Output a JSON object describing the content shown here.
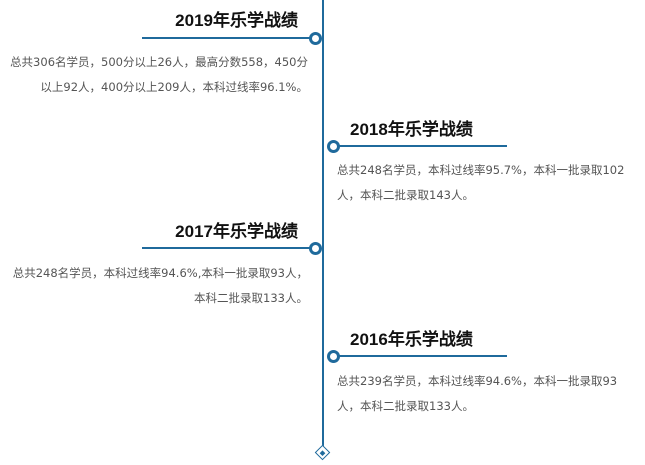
{
  "timeline": [
    {
      "title": "2019年乐学战绩",
      "text": "总共306名学员，500分以上26人，最高分数558，450分以上92人，400分以上209人，本科过线率96.1%。"
    },
    {
      "title": "2018年乐学战绩",
      "text": "总共248名学员，本科过线率95.7%，本科一批录取102人，本科二批录取143人。"
    },
    {
      "title": "2017年乐学战绩",
      "text": "总共248名学员，本科过线率94.6%,本科一批录取93人，本科二批录取133人。"
    },
    {
      "title": "2016年乐学战绩",
      "text": "总共239名学员，本科过线率94.6%，本科一批录取93人，本科二批录取133人。"
    }
  ],
  "colors": {
    "accent": "#1f6a9c"
  }
}
